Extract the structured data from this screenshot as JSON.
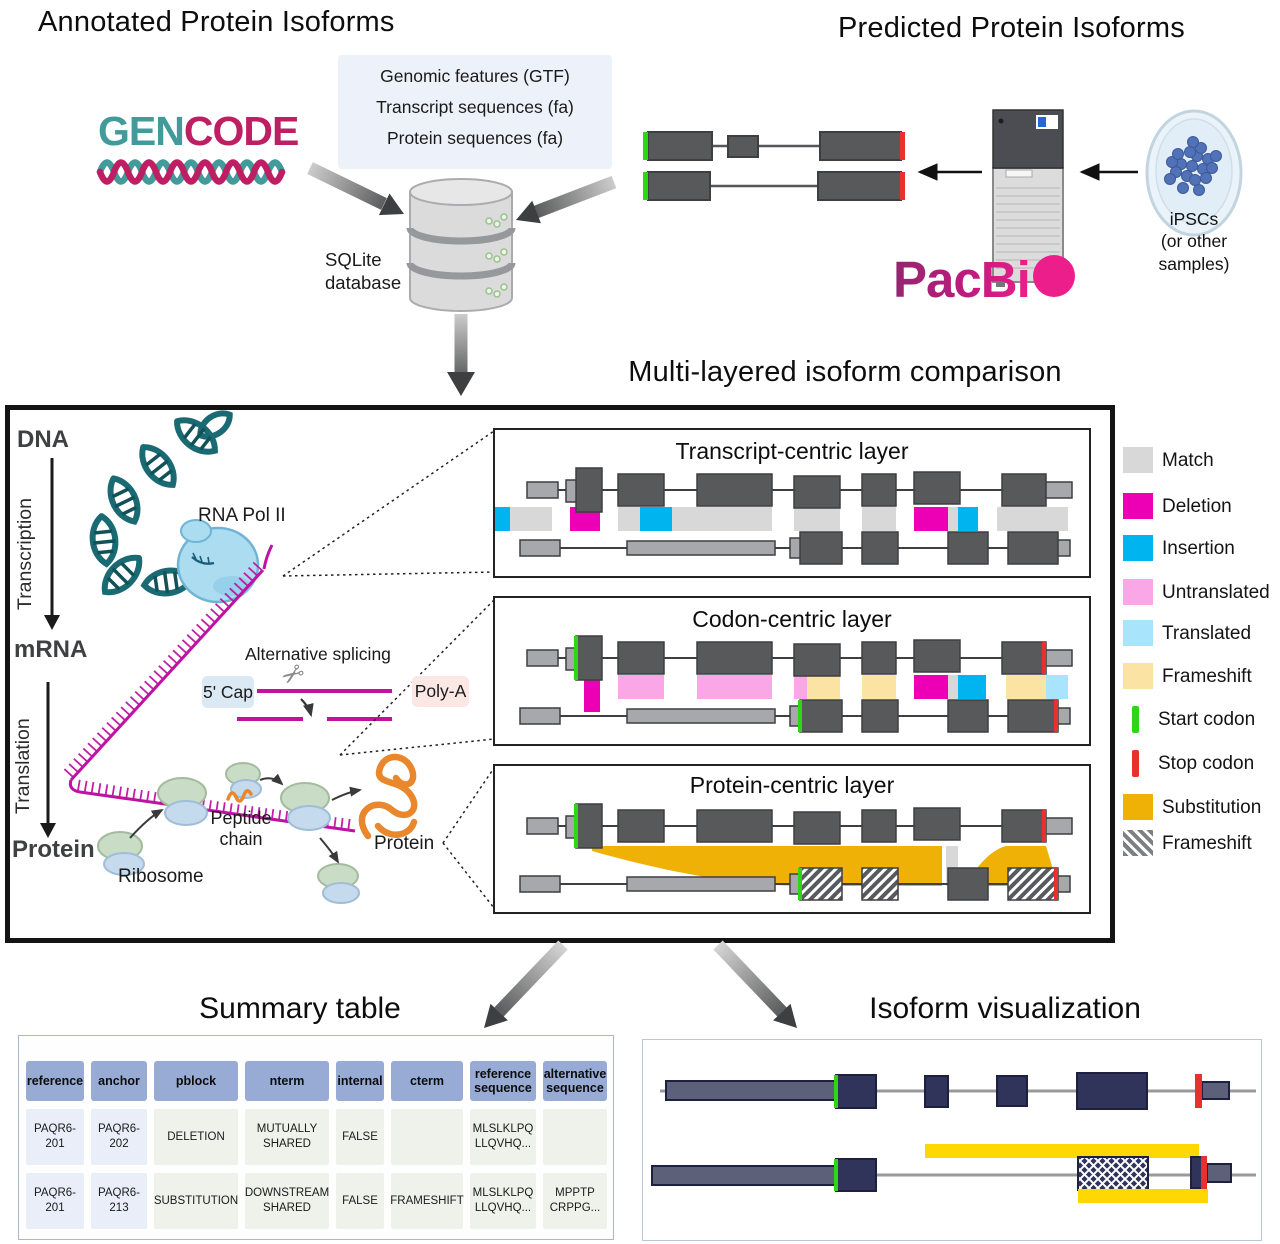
{
  "colors": {
    "match": "#D8D8D8",
    "deletion": "#ED00B5",
    "insertion": "#00B4F0",
    "untranslated": "#F9A7E6",
    "translated": "#A8E4FB",
    "frameshift_light": "#FBE3A3",
    "start_codon": "#2ED715",
    "stop_codon": "#E8312E",
    "substitution": "#EFB105",
    "frameshift_hatch": "#808285",
    "exon_dark": "#58595B",
    "exon_light": "#A6A8AB",
    "gencode_teal": "#429A9B",
    "gencode_crimson": "#BE1E62",
    "pacbio_pink": "#EC1E8C",
    "mrna_magenta": "#C012A2",
    "viz_navy": "#30335A",
    "viz_yellow": "#FFD703",
    "table_header": "#98ABD5"
  },
  "header": {
    "annotated_title": "Annotated Protein Isoforms",
    "predicted_title": "Predicted Protein Isoforms",
    "gencode_gen": "GEN",
    "gencode_code": "CODE",
    "input_lines": [
      "Genomic features (GTF)",
      "Transcript sequences (fa)",
      "Protein sequences (fa)"
    ],
    "database_label": "SQLite\ndatabase",
    "pacbio_wordmark": "PacBi",
    "samples_label": "iPSCs\n(or other\nsamples)"
  },
  "comparison": {
    "title": "Multi-layered isoform comparison",
    "pathway": {
      "dna": "DNA",
      "transcription": "Transcription",
      "mrna": "mRNA",
      "translation": "Translation",
      "protein": "Protein",
      "rna_pol": "RNA Pol II",
      "alt_splicing": "Alternative splicing",
      "five_cap": "5' Cap",
      "poly_a": "Poly-A",
      "peptide_chain": "Peptide\nchain",
      "ribosome": "Ribosome",
      "protein_product": "Protein"
    },
    "layers": [
      {
        "title": "Transcript-centric layer"
      },
      {
        "title": "Codon-centric layer"
      },
      {
        "title": "Protein-centric layer"
      }
    ]
  },
  "legend": {
    "items": [
      {
        "label": "Match",
        "color": "#D8D8D8"
      },
      {
        "label": "Deletion",
        "color": "#ED00B5"
      },
      {
        "label": "Insertion",
        "color": "#00B4F0"
      },
      {
        "label": "Untranslated",
        "color": "#F9A7E6"
      },
      {
        "label": "Translated",
        "color": "#A8E4FB"
      },
      {
        "label": "Frameshift",
        "color": "#FBE3A3"
      },
      {
        "label": "Start codon",
        "color": "#2ED715"
      },
      {
        "label": "Stop codon",
        "color": "#E8312E"
      },
      {
        "label": "Substitution",
        "color": "#EFB105"
      },
      {
        "label": "Frameshift",
        "color": "#808285"
      }
    ]
  },
  "summary": {
    "title": "Summary table",
    "headers": [
      "reference",
      "anchor",
      "pblock",
      "nterm",
      "internal",
      "cterm",
      "reference\nsequence",
      "alternative\nsequence"
    ],
    "rows": [
      [
        "PAQR6-201",
        "PAQR6-202",
        "DELETION",
        "MUTUALLY\nSHARED",
        "FALSE",
        "",
        "MLSLKLPQ\nLLQVHQ...",
        ""
      ],
      [
        "PAQR6-201",
        "PAQR6-213",
        "SUBSTITUTION",
        "DOWNSTREAM\nSHARED",
        "FALSE",
        "FRAMESHIFT",
        "MLSLKLPQ\nLLQVHQ...",
        "MPPTP\nCRPPG..."
      ]
    ]
  },
  "visualization": {
    "title": "Isoform visualization"
  }
}
